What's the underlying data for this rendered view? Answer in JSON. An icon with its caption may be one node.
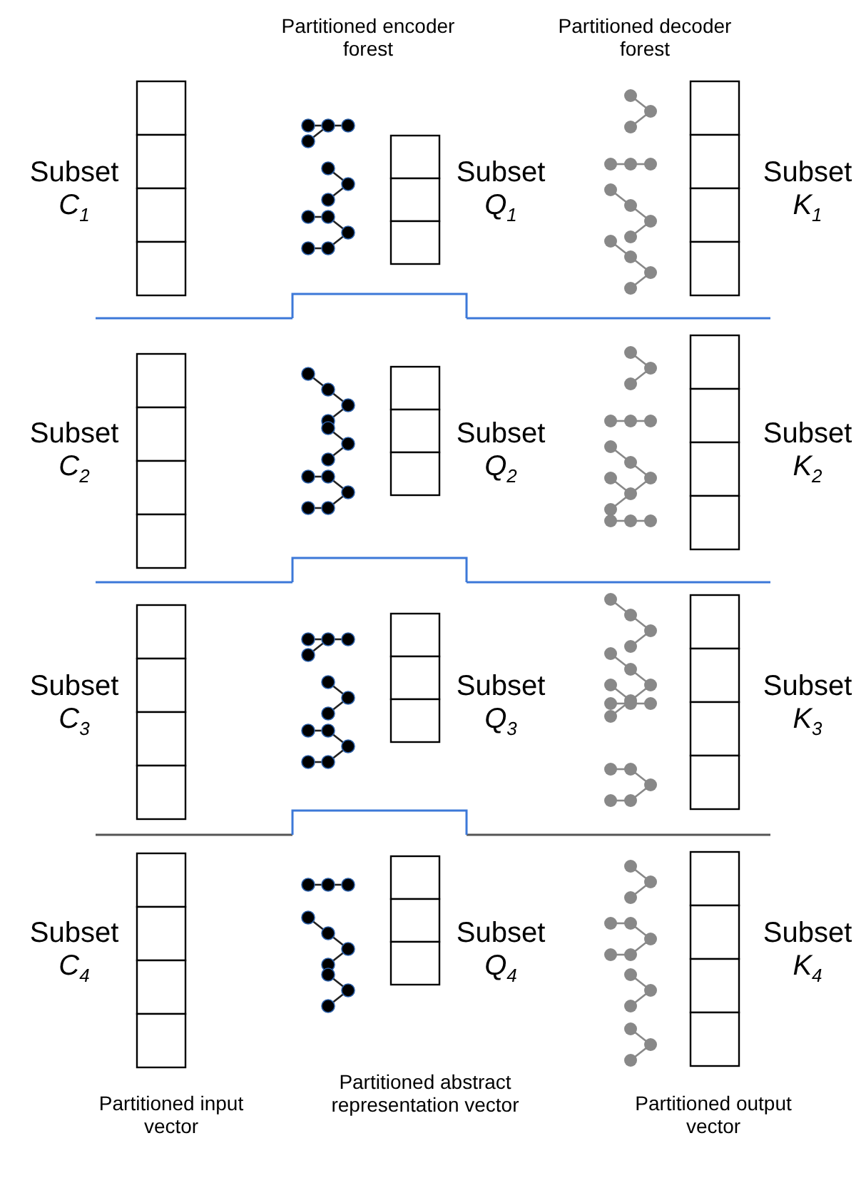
{
  "diagram": {
    "labels": [
      "Partitioned encoder forest",
      "Partitioned decoder forest",
      "Subset *C*$_{1}$",
      "Subset *Q*$_{1}$",
      "Subset *K*$_{1}$",
      "Subset *C*$_{2}$",
      "Subset *Q*$_{2}$",
      "Subset *K*$_{2}$",
      "Subset *C*$_{3}$",
      "Subset *Q*$_{3}$",
      "Subset *K*$_{3}$",
      "Subset *C*$_{4}$",
      "Subset *Q*$_{4}$",
      "Subset *K*$_{4}$",
      "Partitioned input vector",
      "Partitioned abstract representation vector",
      "Partitioned output vector"
    ]
  }
}
